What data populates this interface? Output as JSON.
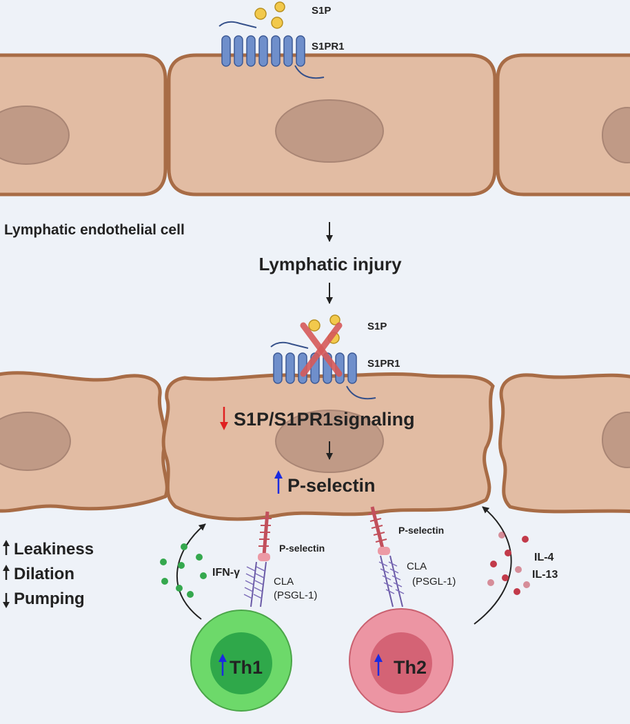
{
  "top": {
    "ligand_label": "S1P",
    "receptor_label": "S1PR1",
    "cell_label": "Lymphatic endothelial cell"
  },
  "injury_label": "Lymphatic injury",
  "bottom": {
    "ligand_label": "S1P",
    "receptor_label": "S1PR1",
    "signaling_label": "S1P/S1PR1signaling",
    "pselectin_label": "P-selectin"
  },
  "effects": [
    "Leakiness",
    "Dilation",
    "Pumping"
  ],
  "th1": {
    "name": "Th1",
    "cytokine": "IFN-γ",
    "pselectin_label": "P-selectin",
    "ligand_label_1": "CLA",
    "ligand_label_2": "(PSGL-1)"
  },
  "th2": {
    "name": "Th2",
    "cytokine_1": "IL-4",
    "cytokine_2": "IL-13",
    "pselectin_label": "P-selectin",
    "ligand_label_1": "CLA",
    "ligand_label_2": "(PSGL-1)"
  },
  "colors": {
    "background": "#eef2f8",
    "cell_fill": "#e2bca3",
    "cell_border": "#a86c46",
    "nucleus": "#c09a86",
    "receptor": "#6f8fcb",
    "s1p": "#f2c94c",
    "blocked_x": "#d65a5a",
    "down_arrow": "#e02020",
    "up_arrow": "#1a2ae0",
    "th1_outer": "#6dd96a",
    "th1_inner": "#2fa84a",
    "th2_outer": "#ec95a3",
    "th2_inner": "#d46375",
    "ifn": "#35a84e",
    "il": "#c23a4a"
  }
}
